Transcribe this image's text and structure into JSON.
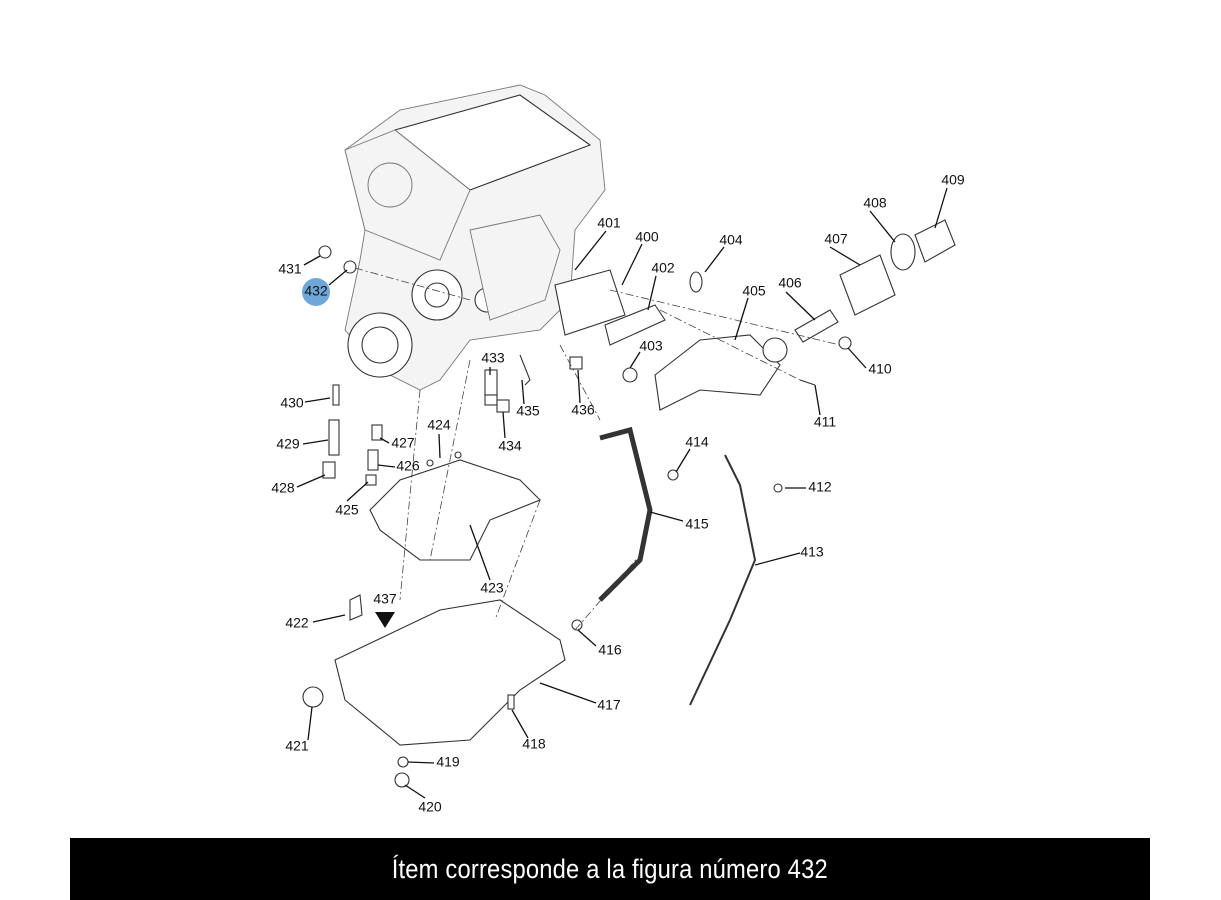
{
  "diagram": {
    "highlight_color": "#6fa8d8",
    "highlighted_part": "432",
    "labels": {
      "p400": "400",
      "p401": "401",
      "p402": "402",
      "p403": "403",
      "p404": "404",
      "p405": "405",
      "p406": "406",
      "p407": "407",
      "p408": "408",
      "p409": "409",
      "p410": "410",
      "p411": "411",
      "p412": "412",
      "p413": "413",
      "p414": "414",
      "p415": "415",
      "p416": "416",
      "p417": "417",
      "p418": "418",
      "p419": "419",
      "p420": "420",
      "p421": "421",
      "p422": "422",
      "p423": "423",
      "p424": "424",
      "p425": "425",
      "p426": "426",
      "p427": "427",
      "p428": "428",
      "p429": "429",
      "p430": "430",
      "p431": "431",
      "p432": "432",
      "p433": "433",
      "p434": "434",
      "p435": "435",
      "p436": "436",
      "p437": "437"
    }
  },
  "caption": {
    "text": "Ítem corresponde a la figura número 432"
  }
}
